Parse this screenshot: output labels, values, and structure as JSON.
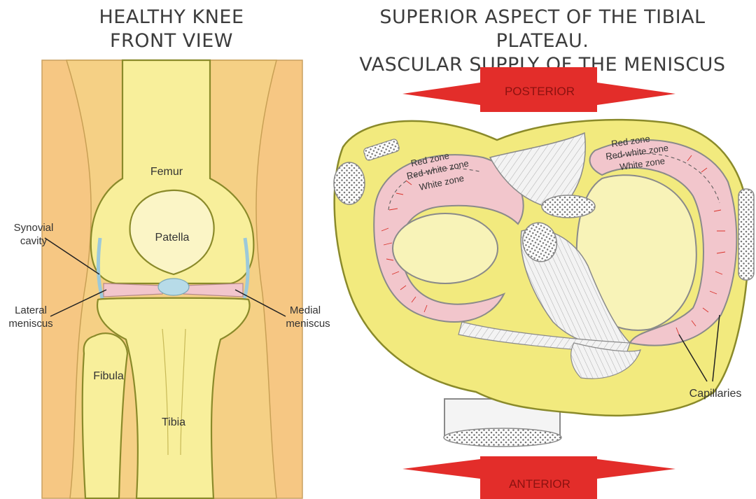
{
  "left_panel": {
    "title_line1": "HEALTHY KNEE",
    "title_line2": "FRONT VIEW",
    "labels": {
      "femur": "Femur",
      "patella": "Patella",
      "synovial_line1": "Synovial",
      "synovial_line2": "cavity",
      "lateral_line1": "Lateral",
      "lateral_line2": "meniscus",
      "medial_line1": "Medial",
      "medial_line2": "meniscus",
      "fibula": "Fibula",
      "tibia": "Tibia"
    }
  },
  "right_panel": {
    "title_line1": "SUPERIOR ASPECT OF THE TIBIAL PLATEAU.",
    "title_line2": "VASCULAR SUPPLY OF THE MENISCUS",
    "posterior": "POSTERIOR",
    "anterior": "ANTERIOR",
    "zones": {
      "red": "Red zone",
      "red_white": "Red-white zone",
      "white": "White zone"
    },
    "capillaries": "Capillaries"
  },
  "colors": {
    "skin": "#f6c783",
    "bone": "#f8ef9b",
    "bone_light": "#fbf5c6",
    "outline": "#8a8a2a",
    "meniscus": "#f2c6cc",
    "synovial": "#b7dbe8",
    "arrow_red": "#e32d2a",
    "plateau": "#f2ea7e",
    "capillary": "#d9312a",
    "text": "#333333"
  }
}
